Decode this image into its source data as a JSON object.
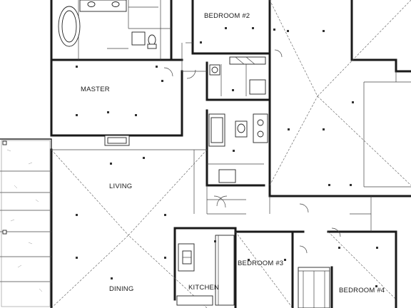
{
  "rooms": {
    "bedroom2": "BEDROOM #2",
    "master": "MASTER",
    "living": "LIVING",
    "dining": "DINING",
    "kitchen": "KITCHEN",
    "bedroom3": "BEDROOM #3",
    "bedroom4": "BEDROOM #4"
  },
  "colors": {
    "ink": "#1a1a1a",
    "paper": "#ffffff",
    "fill": "#ffffff"
  }
}
